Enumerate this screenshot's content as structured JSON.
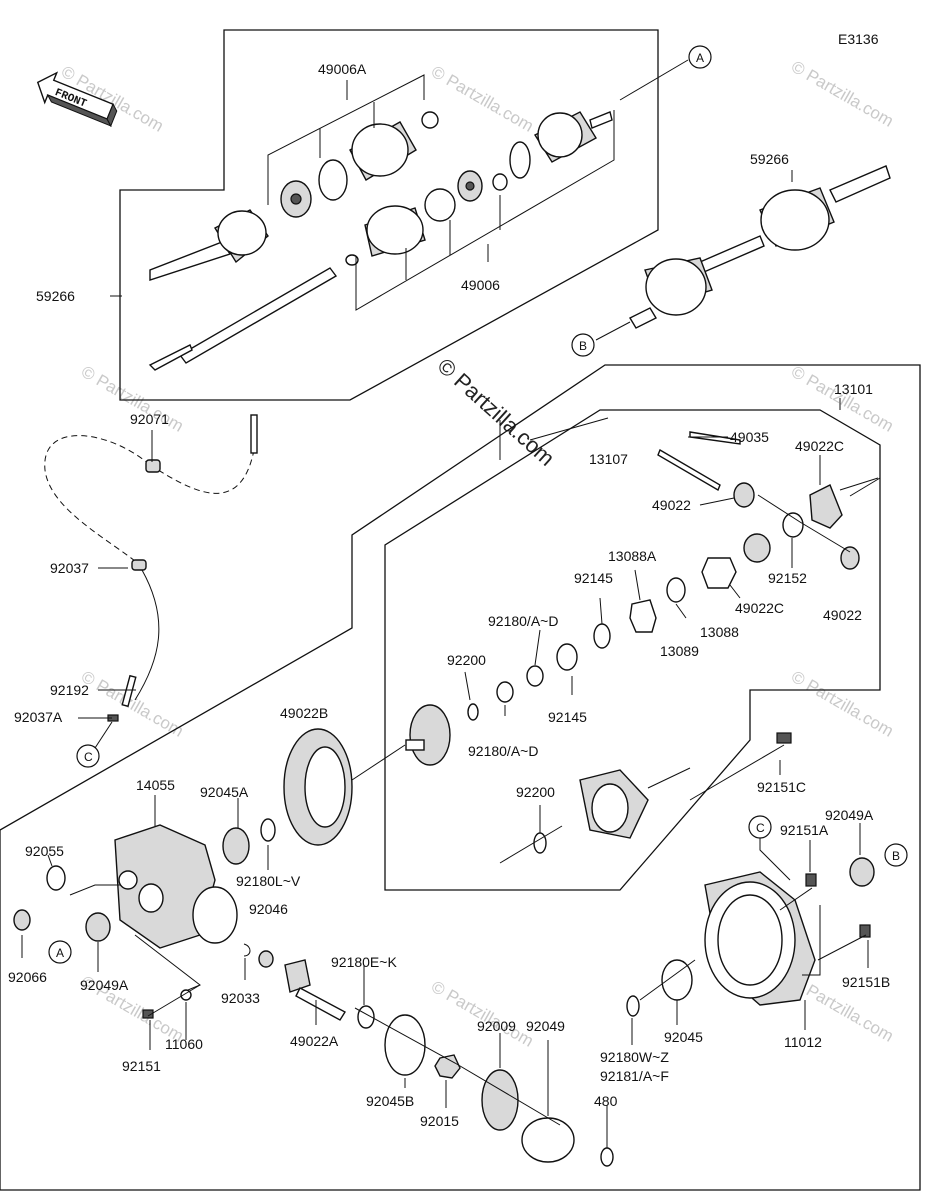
{
  "diagram_code": "E3136",
  "front_label": "FRONT",
  "watermark": "© Partzilla.com",
  "markers": {
    "A": "A",
    "B": "B",
    "C": "C"
  },
  "parts": {
    "p49006A": "49006A",
    "p49006": "49006",
    "p59266_left": "59266",
    "p59266_right": "59266",
    "p92071": "92071",
    "p92037": "92037",
    "p92192": "92192",
    "p92037A": "92037A",
    "p13101": "13101",
    "p13107": "13107",
    "p49035": "49035",
    "p49022C_top": "49022C",
    "p49022_top": "49022",
    "p13088A": "13088A",
    "p92145_a": "92145",
    "p92180AD_a": "92180/A~D",
    "p13089": "13089",
    "p13088": "13088",
    "p92152": "92152",
    "p49022C_mid": "49022C",
    "p49022_right": "49022",
    "p92200_a": "92200",
    "p92145_b": "92145",
    "p92180AD_b": "92180/A~D",
    "p49022B": "49022B",
    "p92151C": "92151C",
    "p92200_b": "92200",
    "p14055": "14055",
    "p92045A": "92045A",
    "p92055": "92055",
    "p92180LV": "92180L~V",
    "p92046": "92046",
    "p92151A": "92151A",
    "p92049A_right": "92049A",
    "p92066": "92066",
    "p92049A_left": "92049A",
    "p92033": "92033",
    "p92180EK": "92180E~K",
    "p92151B": "92151B",
    "p92151": "92151",
    "p11060": "11060",
    "p49022A": "49022A",
    "p92045B": "92045B",
    "p92015": "92015",
    "p92009": "92009",
    "p92049": "92049",
    "p92045": "92045",
    "p11012": "11012",
    "p92180WZ": "92180W~Z",
    "p92181AF": "92181/A~F",
    "p480": "480"
  }
}
